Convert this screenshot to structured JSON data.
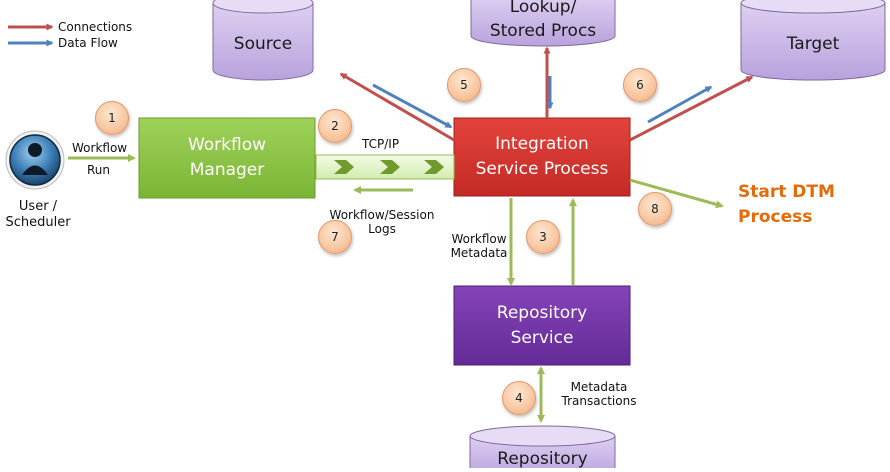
{
  "legend": {
    "connections": "Connections",
    "data_flow": "Data Flow"
  },
  "colors": {
    "connection": "#c0504d",
    "data_flow": "#4f81bd",
    "workflow_arrow": "#9bbb59",
    "workflow_manager": "#8cc63f",
    "integration_service": "#d9312b",
    "repository_service": "#7030a0",
    "database": "#c8b4e6",
    "accent_text": "#e36c09"
  },
  "nodes": {
    "source_db": "Source",
    "lookup_db": "Lookup/\nStored Procs",
    "target_db": "Target",
    "repository_db": "Repository",
    "workflow_manager": "Workflow\nManager",
    "integration_service": "Integration\nService Process",
    "repository_service": "Repository\nService",
    "user": "User /\nScheduler"
  },
  "labels": {
    "workflow": "Workflow",
    "run": "Run",
    "tcp_ip": "TCP/IP",
    "workflow_session_logs": "Workflow/Session\nLogs",
    "workflow_metadata": "Workflow\nMetadata",
    "metadata_transactions": "Metadata\nTransactions",
    "start_dtm": "Start DTM\nProcess"
  },
  "steps": [
    "1",
    "2",
    "3",
    "4",
    "5",
    "6",
    "7",
    "8"
  ]
}
